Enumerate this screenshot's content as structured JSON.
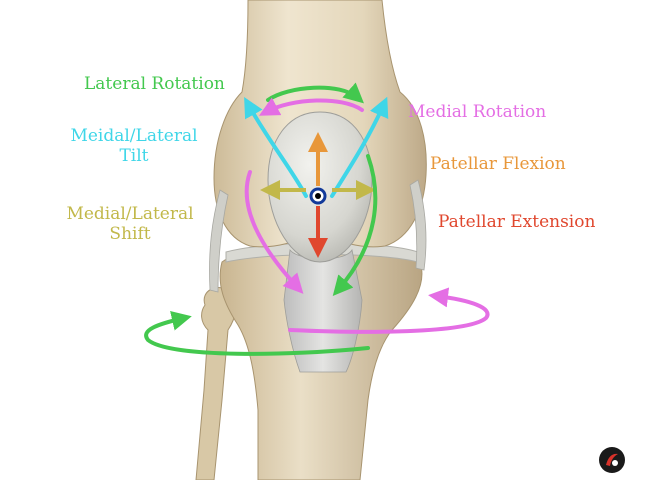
{
  "labels": {
    "lateral_rotation": "Lateral Rotation",
    "medial_rotation": "Medial Rotation",
    "tilt_line1": "Meidal/Lateral",
    "tilt_line2": "Tilt",
    "patellar_flexion": "Patellar Flexion",
    "shift_line1": "Medial/Lateral",
    "shift_line2": "Shift",
    "patellar_extension": "Patellar Extension"
  },
  "colors": {
    "lateral_rotation": "#43c84e",
    "medial_rotation": "#e46ee4",
    "tilt": "#3fd6e8",
    "flexion": "#e8973a",
    "shift": "#c2b84a",
    "extension": "#e0472e",
    "bone": "#e8ddc4",
    "bone_shadow": "#bfae8e",
    "patella": "#dcdcd6"
  },
  "icons": {
    "logo": "logo-icon"
  }
}
